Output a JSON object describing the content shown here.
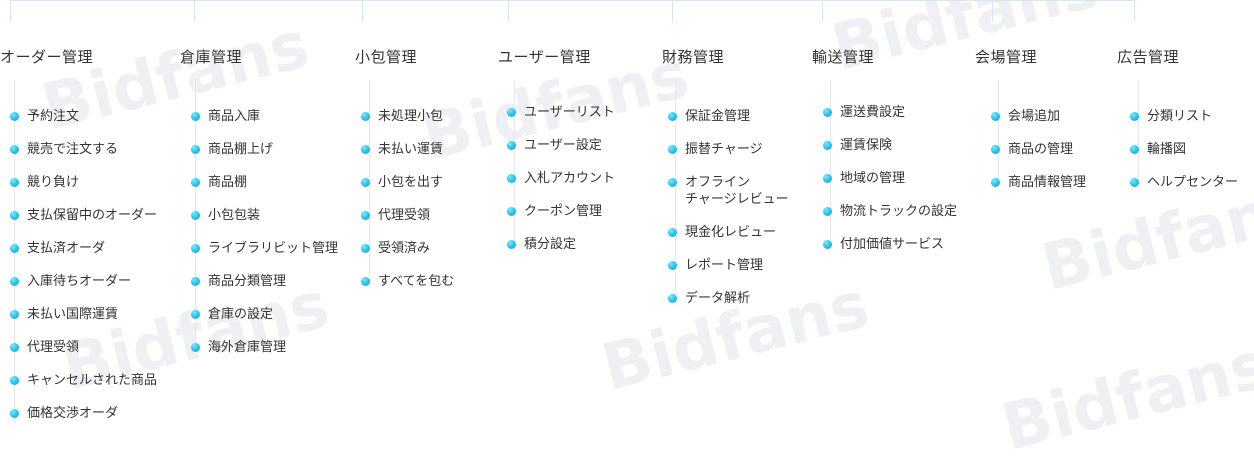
{
  "watermark_text": "Bidfans",
  "colors": {
    "bullet": "#18b4e4",
    "connector": "#d5e7f3",
    "text": "#333333"
  },
  "columns": [
    {
      "title": "オーダー管理",
      "items": [
        "予約注文",
        "競売で注文する",
        "競り負け",
        "支払保留中のオーダー",
        "支払済オーダ",
        "入庫待ちオーダー",
        "未払い国際運賃",
        "代理受領",
        "キャンセルされた商品",
        "価格交渉オーダ"
      ]
    },
    {
      "title": "倉庫管理",
      "items": [
        "商品入庫",
        "商品棚上げ",
        "商品棚",
        "小包包装",
        "ライブラリビット管理",
        "商品分類管理",
        "倉庫の設定",
        "海外倉庫管理"
      ]
    },
    {
      "title": "小包管理",
      "items": [
        "未処理小包",
        "未払い運賃",
        "小包を出す",
        "代理受領",
        "受領済み",
        "すべてを包む"
      ]
    },
    {
      "title": "ユーザー管理",
      "items": [
        "ユーザーリスト",
        "ユーザー設定",
        "入札アカウント",
        "クーポン管理",
        "積分設定"
      ]
    },
    {
      "title": "財務管理",
      "items": [
        "保証金管理",
        "振替チャージ",
        "オフライン\nチャージレビュー",
        "現金化レビュー",
        "レポート管理",
        "データ解析"
      ]
    },
    {
      "title": "輸送管理",
      "items": [
        "運送費設定",
        "運賃保険",
        "地域の管理",
        "物流トラックの設定",
        "付加価値サービス"
      ]
    },
    {
      "title": "会場管理",
      "items": [
        "会場追加",
        "商品の管理",
        "商品情報管理"
      ]
    },
    {
      "title": "広告管理",
      "items": [
        "分類リスト",
        "輪播図",
        "ヘルプセンター"
      ]
    }
  ]
}
